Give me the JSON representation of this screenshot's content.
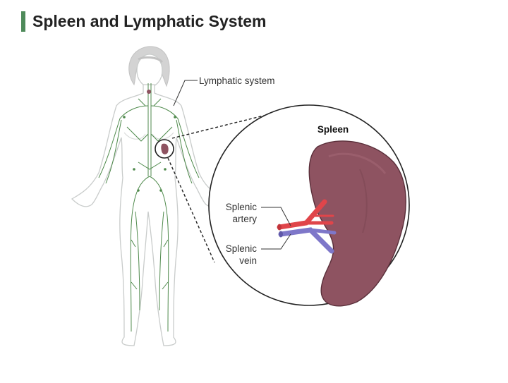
{
  "title": "Spleen and Lymphatic System",
  "labels": {
    "lymphatic_system": "Lymphatic system",
    "spleen": "Spleen",
    "splenic_artery_line1": "Splenic",
    "splenic_artery_line2": "artery",
    "splenic_vein_line1": "Splenic",
    "splenic_vein_line2": "vein"
  },
  "colors": {
    "accent_bar": "#4e8a5a",
    "body_outline": "#c9cccb",
    "hair": "#d2d2d2",
    "lymph": "#4f8a4c",
    "spleen": "#8e5361",
    "spleen_outline": "#5a2f3a",
    "artery": "#e0454a",
    "vein": "#7e77c9"
  }
}
